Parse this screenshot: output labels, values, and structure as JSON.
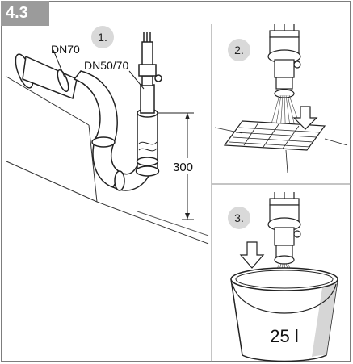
{
  "figure": {
    "badge": "4.3",
    "steps": [
      "1.",
      "2.",
      "3."
    ],
    "labels": {
      "dn70": "DN70",
      "dn50_70": "DN50/70",
      "height": "300",
      "bucket_volume": "25 l"
    }
  }
}
